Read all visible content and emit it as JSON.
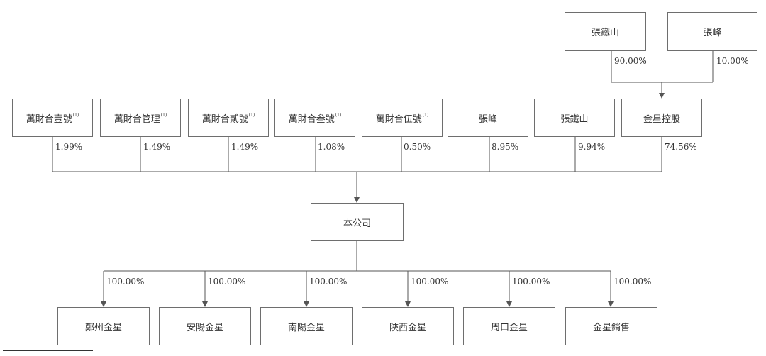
{
  "top_shareholders": [
    {
      "name": "張鐵山",
      "pct": "90.00%"
    },
    {
      "name": "張峰",
      "pct": "10.00%"
    }
  ],
  "shareholders": [
    {
      "name": "萬財合壹號",
      "note": "(1)",
      "pct": "1.99%"
    },
    {
      "name": "萬財合管理",
      "note": "(1)",
      "pct": "1.49%"
    },
    {
      "name": "萬財合貳號",
      "note": "(1)",
      "pct": "1.49%"
    },
    {
      "name": "萬財合叁號",
      "note": "(1)",
      "pct": "1.08%"
    },
    {
      "name": "萬財合伍號",
      "note": "(1)",
      "pct": "0.50%"
    },
    {
      "name": "張峰",
      "note": "",
      "pct": "8.95%"
    },
    {
      "name": "張鐵山",
      "note": "",
      "pct": "9.94%"
    },
    {
      "name": "金星控股",
      "note": "",
      "pct": "74.56%"
    }
  ],
  "company": {
    "name": "本公司"
  },
  "subsidiaries": [
    {
      "name": "鄭州金星",
      "pct": "100.00%"
    },
    {
      "name": "安陽金星",
      "pct": "100.00%"
    },
    {
      "name": "南陽金星",
      "pct": "100.00%"
    },
    {
      "name": "陝西金星",
      "pct": "100.00%"
    },
    {
      "name": "周口金星",
      "pct": "100.00%"
    },
    {
      "name": "金星銷售",
      "pct": "100.00%"
    }
  ],
  "colors": {
    "line": "#555555",
    "border": "#6e6e6e",
    "text": "#333333"
  }
}
